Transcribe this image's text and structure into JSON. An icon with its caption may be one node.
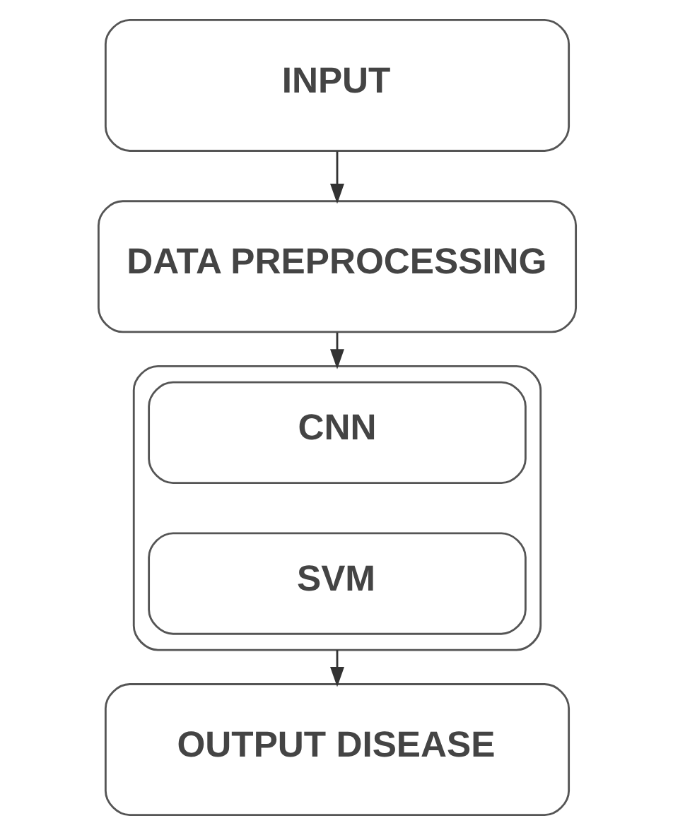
{
  "diagram": {
    "nodes": [
      {
        "text": [
          "INPUT"
        ]
      },
      {
        "text": [
          "DATA PREPROCESSING"
        ]
      },
      {
        "text": [],
        "shape": "box"
      },
      {
        "text": [
          "CNN"
        ],
        "in": 2
      },
      {
        "text": [
          "SVM"
        ],
        "in": 2
      },
      {
        "text": [
          "OUTPUT DISEASE"
        ]
      }
    ],
    "edges": [
      {
        "from": 0,
        "to": 1,
        "arrow": "to"
      },
      {
        "from": 1,
        "to": 2,
        "arrow": "to"
      },
      {
        "from": 2,
        "to": 5,
        "arrow": "to"
      }
    ]
  }
}
